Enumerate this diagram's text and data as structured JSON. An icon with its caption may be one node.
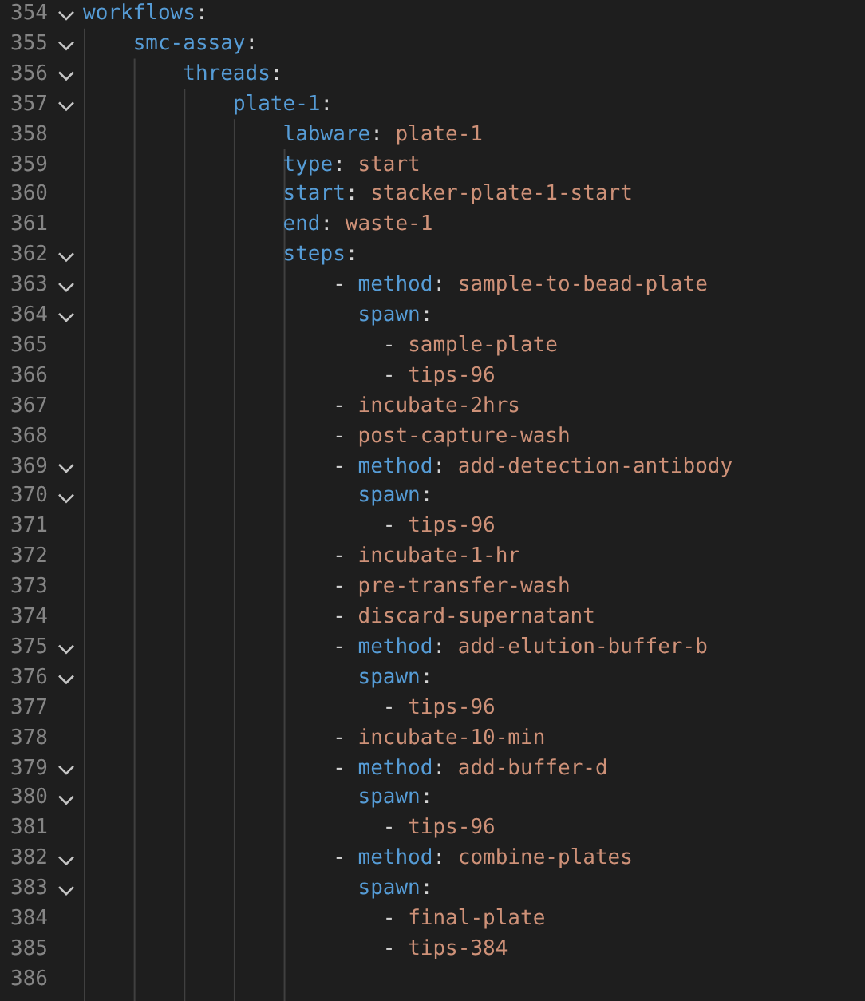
{
  "diagram": {
    "labels": [
      "354",
      "workflows:",
      "355",
      "smc-assay:",
      "356",
      "threads:",
      "357",
      "plate-1:",
      "358",
      "labware: plate-1",
      "359",
      "type: start",
      "360",
      "start: stacker-plate-1-start",
      "361",
      "end: waste-1",
      "362",
      "steps:",
      "363",
      "- method: sample-to-bead-plate",
      "364",
      "spawn:",
      "365",
      "- sample-plate",
      "366",
      "- tips-96",
      "367",
      "- incubate-2hrs",
      "368",
      "- post-capture-wash",
      "369",
      "- method: add-detection-antibody",
      "370",
      "spawn:",
      "371",
      "- tips-96",
      "372",
      "- incubate-1-hr",
      "373",
      "- pre-transfer-wash",
      "374",
      "- discard-supernatant",
      "375",
      "- method: add-elution-buffer-b",
      "376",
      "spawn:",
      "377",
      "- tips-96",
      "378",
      "- incubate-10-min",
      "379",
      "- method: add-buffer-d",
      "380",
      "spawn:",
      "381",
      "- tips-96",
      "382",
      "- method: combine-plates",
      "383",
      "spawn:",
      "384",
      "- final-plate",
      "385",
      "- tips-384",
      "386"
    ]
  }
}
